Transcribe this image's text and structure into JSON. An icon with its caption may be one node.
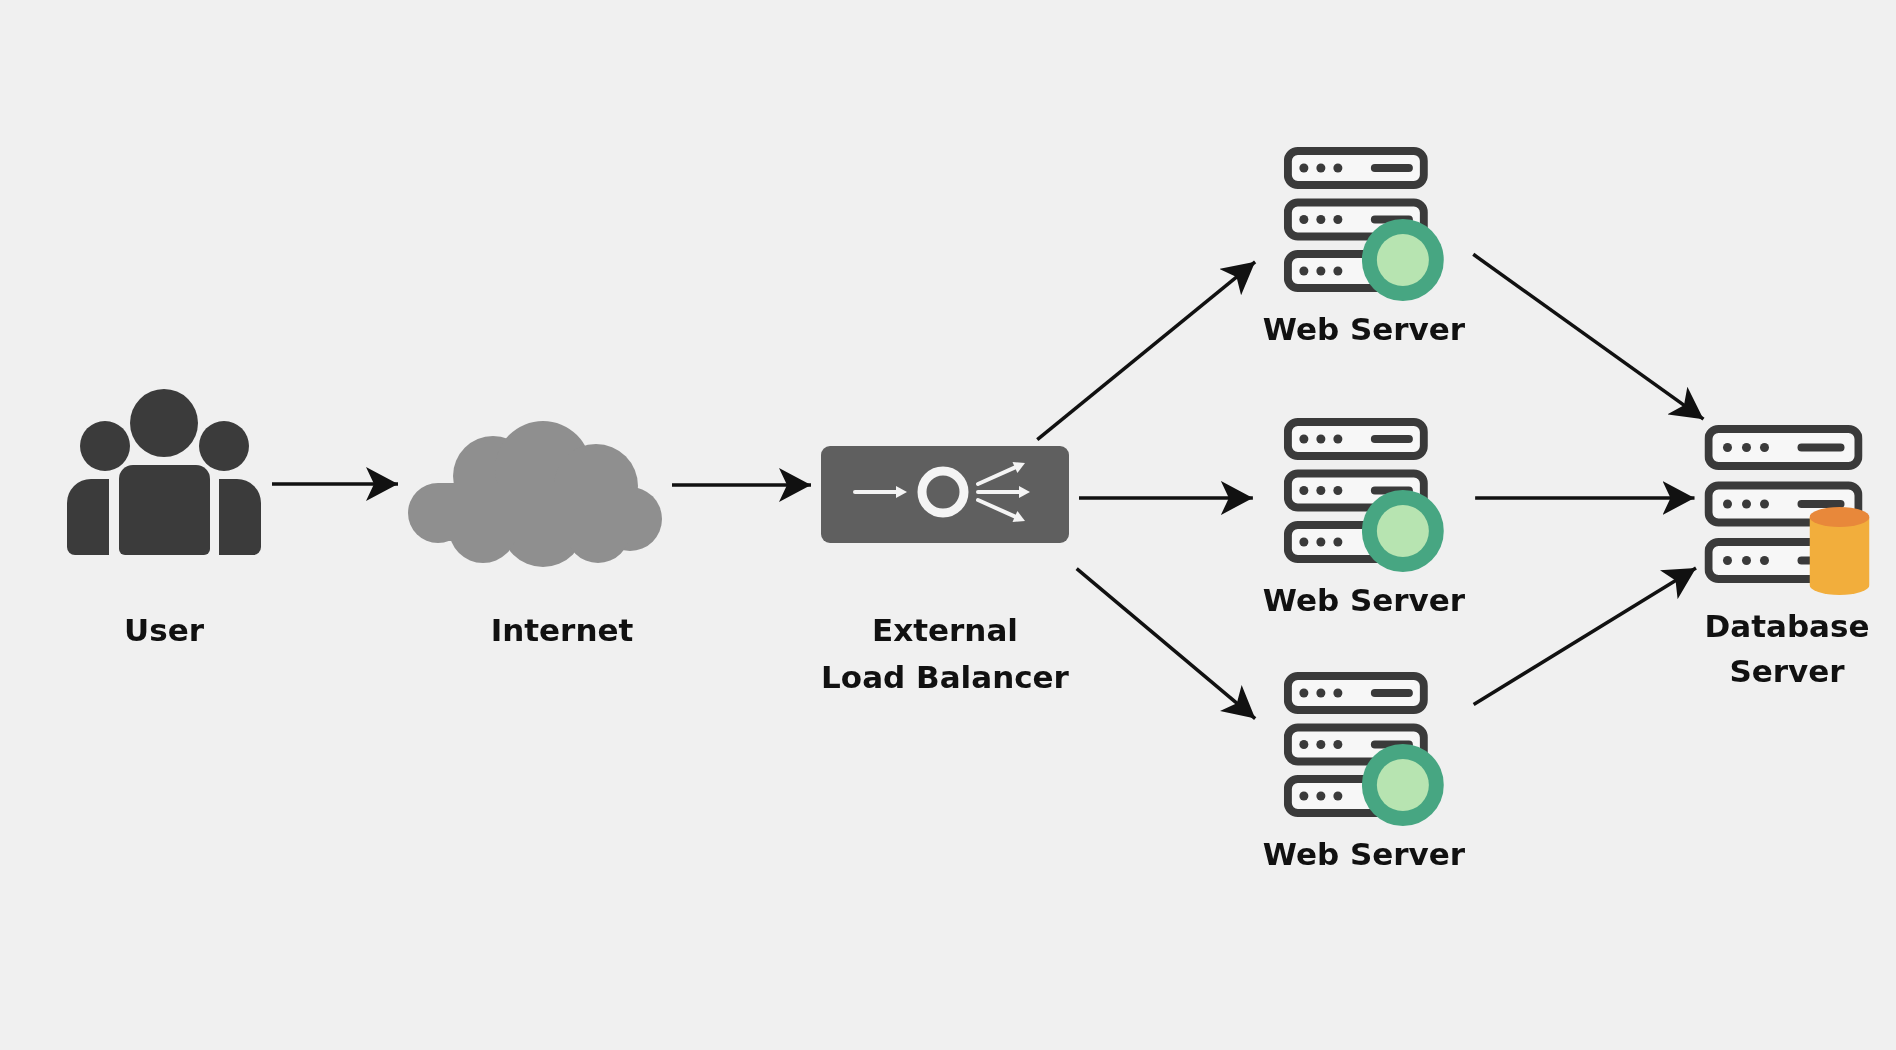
{
  "diagram": {
    "nodes": [
      {
        "text": [
          "User"
        ]
      },
      {
        "text": [
          "Internet"
        ]
      },
      {
        "text": [
          "External Load Balancer"
        ]
      },
      {
        "text": [
          "Web Server"
        ]
      },
      {
        "text": [
          "Web Server"
        ]
      },
      {
        "text": [
          "Web Server"
        ]
      },
      {
        "text": [
          "Database Server"
        ]
      }
    ],
    "edges": [
      {
        "from": 0,
        "to": 1,
        "arrow": "to"
      },
      {
        "from": 1,
        "to": 2,
        "arrow": "to"
      },
      {
        "from": 2,
        "to": 3,
        "arrow": "to"
      },
      {
        "from": 2,
        "to": 4,
        "arrow": "to"
      },
      {
        "from": 2,
        "to": 5,
        "arrow": "to"
      },
      {
        "from": 3,
        "to": 6,
        "arrow": "to"
      },
      {
        "from": 4,
        "to": 6,
        "arrow": "to"
      },
      {
        "from": 5,
        "to": 6,
        "arrow": "to"
      }
    ]
  }
}
